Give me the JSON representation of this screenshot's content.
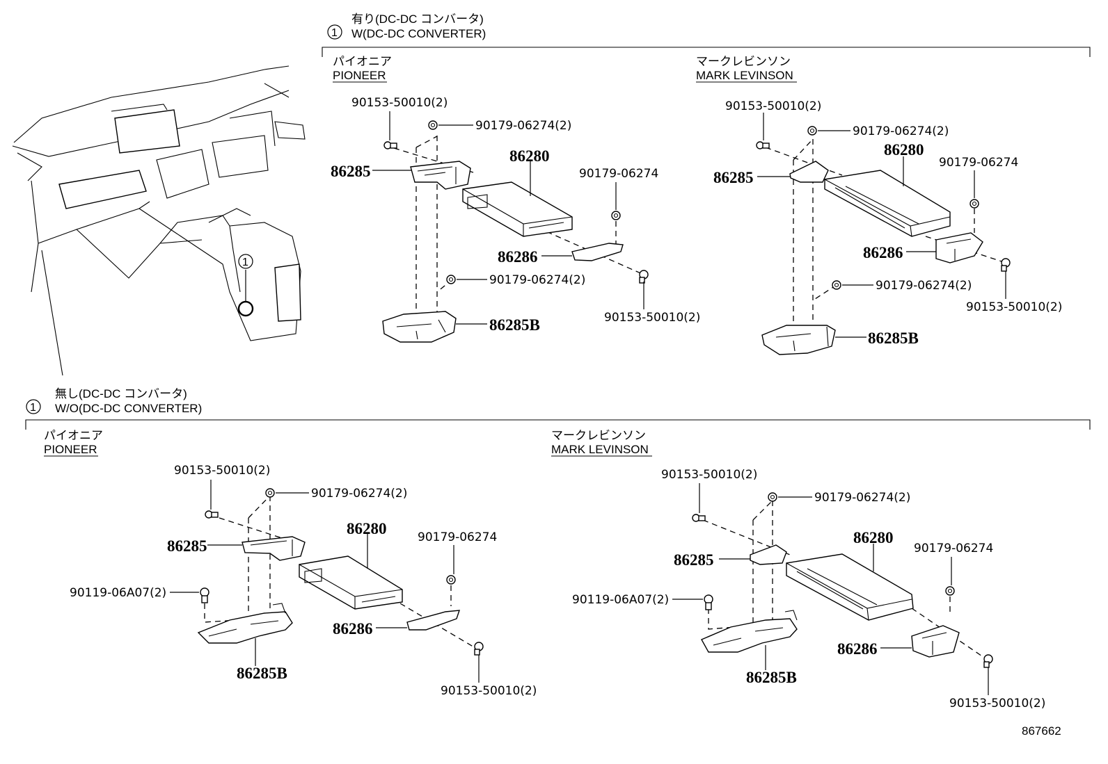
{
  "groups": {
    "with_converter": {
      "circle_number": "1",
      "japanese": "有り(DC-DC コンバータ)",
      "english": "W(DC-DC CONVERTER)"
    },
    "without_converter": {
      "circle_number": "1",
      "japanese": "無し(DC-DC コンバータ)",
      "english": "W/O(DC-DC CONVERTER)"
    }
  },
  "variants": {
    "pioneer": {
      "japanese": "パイオニア",
      "english": "PIONEER"
    },
    "mark_levinson": {
      "japanese": "マークレビンソン",
      "english": "MARK LEVINSON"
    }
  },
  "locator": {
    "circle_number": "1"
  },
  "panels": {
    "with_pioneer": {
      "screw_top": "90153-50010(2)",
      "nut_top": "90179-06274(2)",
      "bracket": "86285",
      "amplifier": "86280",
      "nut_right": "90179-06274",
      "bracket_small": "86286",
      "nut_lower": "90179-06274(2)",
      "bracket_lower": "86285B",
      "screw_bottom": "90153-50010(2)"
    },
    "with_mark_levinson": {
      "screw_top": "90153-50010(2)",
      "nut_top": "90179-06274(2)",
      "bracket": "86285",
      "amplifier": "86280",
      "nut_right": "90179-06274",
      "bracket_small": "86286",
      "nut_lower": "90179-06274(2)",
      "bracket_lower": "86285B",
      "screw_bottom": "90153-50010(2)"
    },
    "without_pioneer": {
      "screw_top": "90153-50010(2)",
      "nut_top": "90179-06274(2)",
      "bracket": "86285",
      "amplifier": "86280",
      "nut_right": "90179-06274",
      "bolt_left": "90119-06A07(2)",
      "bracket_small": "86286",
      "bracket_lower": "86285B",
      "screw_bottom": "90153-50010(2)"
    },
    "without_mark_levinson": {
      "screw_top": "90153-50010(2)",
      "nut_top": "90179-06274(2)",
      "bracket": "86285",
      "amplifier": "86280",
      "nut_right": "90179-06274",
      "bolt_left": "90119-06A07(2)",
      "bracket_small": "86286",
      "bracket_lower": "86285B",
      "screw_bottom": "90153-50010(2)"
    }
  },
  "figure_number": "867662"
}
